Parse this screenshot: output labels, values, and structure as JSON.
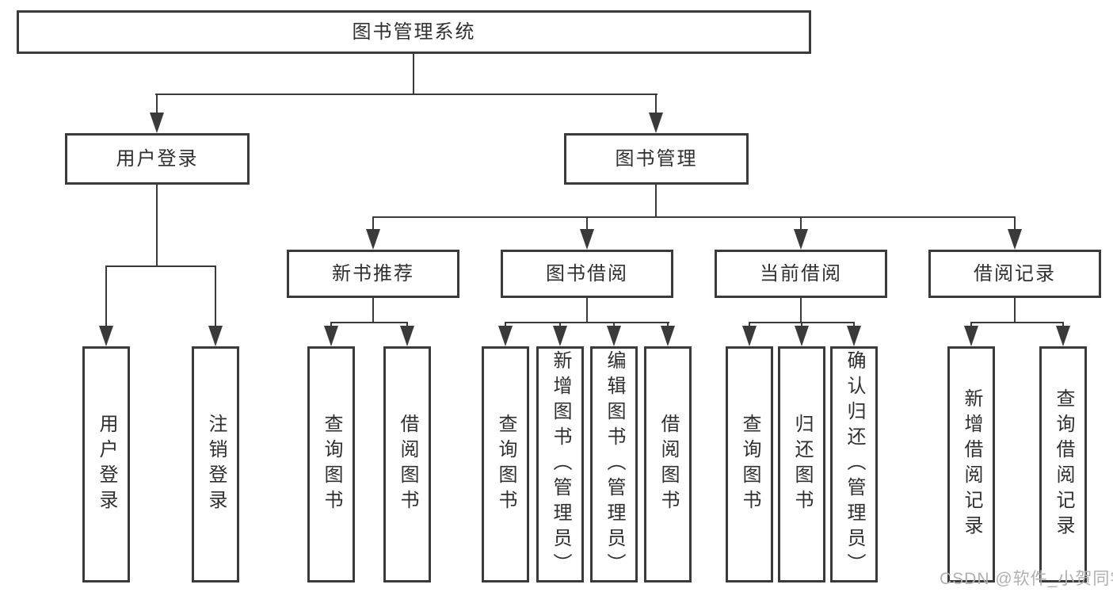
{
  "colors": {
    "line": "#3a3a3a",
    "text": "#2f2f2f",
    "background": "#ffffff",
    "watermark": "#b0b0b0"
  },
  "tree": {
    "label": "图书管理系统",
    "children": [
      {
        "label": "用户登录",
        "children": [
          {
            "label": "用户登录"
          },
          {
            "label": "注销登录"
          }
        ]
      },
      {
        "label": "图书管理",
        "children": [
          {
            "label": "新书推荐",
            "children": [
              {
                "label": "查询图书"
              },
              {
                "label": "借阅图书"
              }
            ]
          },
          {
            "label": "图书借阅",
            "children": [
              {
                "label": "查询图书"
              },
              {
                "label": "新增图书（管理员）"
              },
              {
                "label": "编辑图书（管理员）"
              },
              {
                "label": "借阅图书"
              }
            ]
          },
          {
            "label": "当前借阅",
            "children": [
              {
                "label": "查询图书"
              },
              {
                "label": "归还图书"
              },
              {
                "label": "确认归还（管理员）"
              }
            ]
          },
          {
            "label": "借阅记录",
            "children": [
              {
                "label": "新增借阅记录"
              },
              {
                "label": "查询借阅记录"
              }
            ]
          }
        ]
      }
    ]
  },
  "watermark": {
    "text": "CSDN @软件_小贺同学"
  }
}
